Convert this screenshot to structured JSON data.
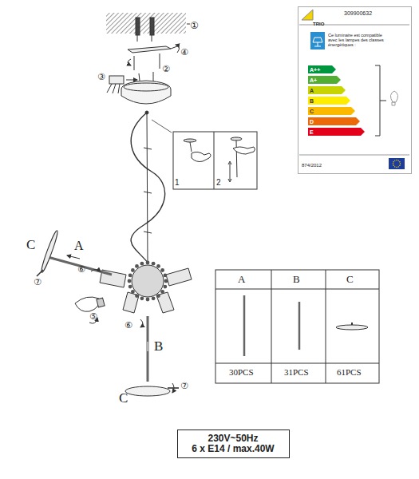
{
  "diagram": {
    "nodes": [
      {
        "text": [
          "TRIO",
          "309900632",
          "Ce luminaire est compatible avec les lampes des classes énergétiques :",
          "874/2012"
        ]
      },
      {
        "text": [
          "230V~50Hz",
          "6 x E14 / max.40W"
        ]
      }
    ],
    "labels": [
      "①",
      "④",
      "②",
      "③",
      "1",
      "2",
      "C",
      "A",
      "⑦",
      "⑥",
      "⑤",
      "⑥",
      "B",
      "C",
      "⑦",
      "A",
      "B",
      "C",
      "30PCS",
      "31PCS",
      "61PCS",
      "A++",
      "A+",
      "A",
      "B",
      "C",
      "D",
      "E"
    ]
  }
}
